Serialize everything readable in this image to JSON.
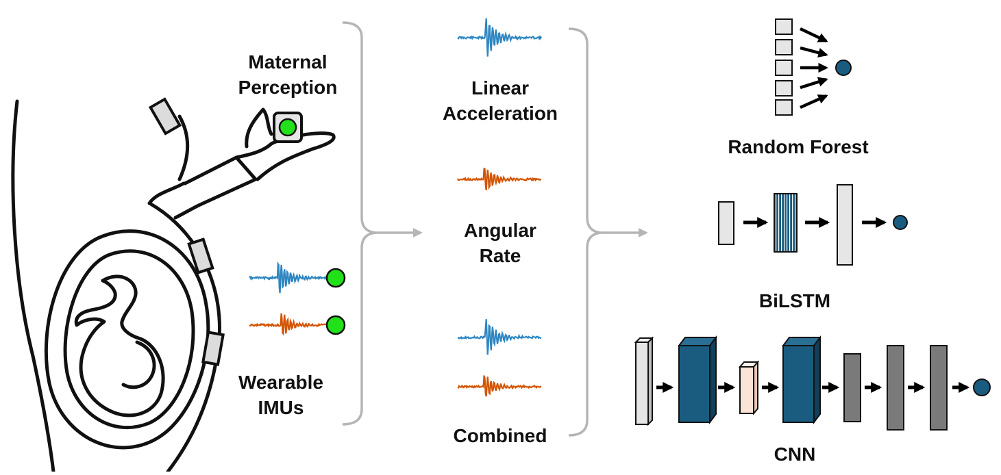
{
  "input_section": {
    "maternal_label_line1": "Maternal",
    "maternal_label_line2": "Perception",
    "wearable_label_line1": "Wearable",
    "wearable_label_line2": "IMUs"
  },
  "signal_section": {
    "linear_line1": "Linear",
    "linear_line2": "Acceleration",
    "angular_line1": "Angular",
    "angular_line2": "Rate",
    "combined": "Combined"
  },
  "models": {
    "random_forest": "Random Forest",
    "bilstm": "BiLSTM",
    "cnn": "CNN"
  },
  "colors": {
    "linear_signal": "#2e86c1",
    "angular_signal": "#d35400",
    "indicator_green": "#22e01a",
    "dark_teal": "#1a5c80",
    "light_gray": "#e6e6e6",
    "mid_gray": "#7a7a7a",
    "peach": "#fbe3d6",
    "bracket_gray": "#b5b5b5"
  }
}
